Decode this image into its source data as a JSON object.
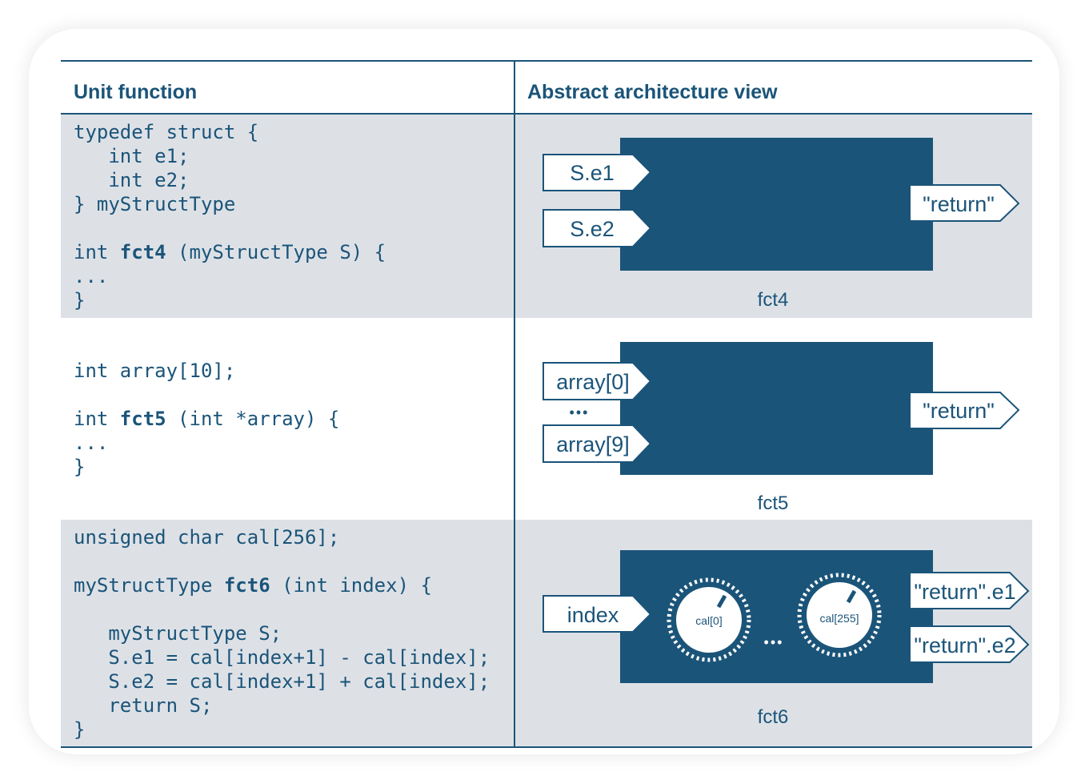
{
  "headers": {
    "unit_function": "Unit function",
    "abstract_view": "Abstract architecture view"
  },
  "rows": [
    {
      "code": [
        "typedef struct {",
        "   int e1;",
        "   int e2;",
        "} myStructType",
        "",
        [
          "int ",
          "fct4",
          " (myStructType S) {"
        ],
        "...",
        "}"
      ],
      "block": {
        "name": "fct4",
        "inputs": [
          "S.e1",
          "S.e2"
        ],
        "outputs": [
          "\"return\""
        ]
      }
    },
    {
      "code": [
        "int array[10];",
        "",
        [
          "int ",
          "fct5",
          " (int *array) {"
        ],
        "...",
        "}"
      ],
      "block": {
        "name": "fct5",
        "inputs": [
          "array[0]",
          "array[9]"
        ],
        "input_ellipsis": "•••",
        "outputs": [
          "\"return\""
        ]
      }
    },
    {
      "code": [
        "unsigned char cal[256];",
        "",
        [
          "myStructType ",
          "fct6",
          " (int index) {"
        ],
        "",
        "   myStructType S;",
        "   S.e1 = cal[index+1] - cal[index];",
        "   S.e2 = cal[index+1] + cal[index];",
        "   return S;",
        "}"
      ],
      "block": {
        "name": "fct6",
        "inputs": [
          "index"
        ],
        "outputs": [
          "\"return\".e1",
          "\"return\".e2"
        ],
        "knobs": [
          "cal[0]",
          "cal[255]"
        ],
        "knob_ellipsis": "•••"
      }
    }
  ],
  "colors": {
    "primary": "#1b5479",
    "band": "#dde1e6",
    "white": "#ffffff"
  }
}
